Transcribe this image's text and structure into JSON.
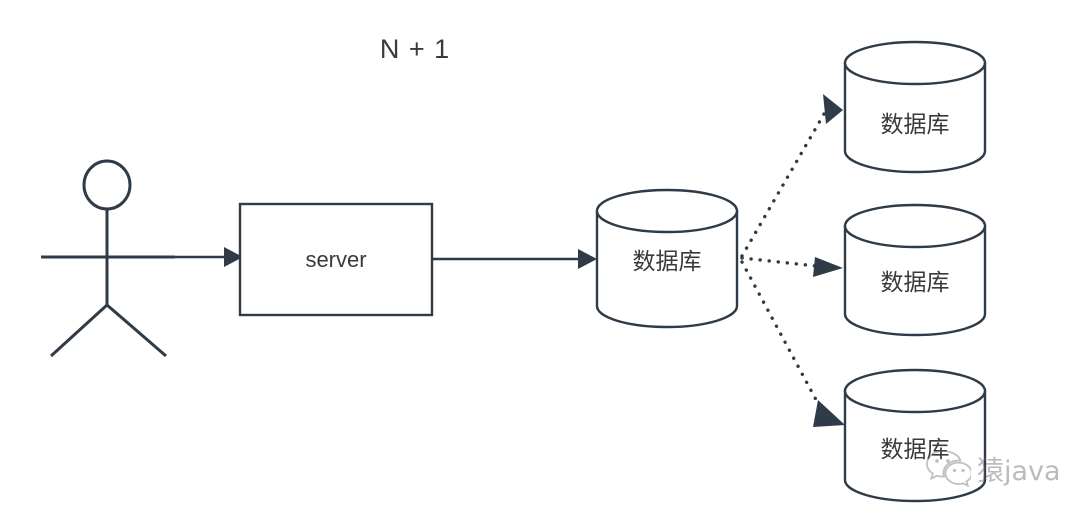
{
  "diagram": {
    "title": "N + 1",
    "background_color": "#ffffff",
    "stroke_color": "#2f3b47",
    "text_color": "#3a3a3a",
    "nodes": {
      "actor": {
        "name": "user-actor",
        "label": ""
      },
      "server": {
        "label": "server"
      },
      "primary_database": {
        "label": "数据库"
      },
      "replica_databases": [
        {
          "label": "数据库"
        },
        {
          "label": "数据库"
        },
        {
          "label": "数据库"
        }
      ]
    },
    "edges": [
      {
        "from": "actor",
        "to": "server",
        "style": "solid",
        "arrow": true
      },
      {
        "from": "server",
        "to": "primary_database",
        "style": "solid",
        "arrow": true
      },
      {
        "from": "primary_database",
        "to": "replica-database-1",
        "style": "dotted",
        "arrow": true
      },
      {
        "from": "primary_database",
        "to": "replica-database-2",
        "style": "dotted",
        "arrow": true
      },
      {
        "from": "primary_database",
        "to": "replica-database-3",
        "style": "dotted",
        "arrow": true
      }
    ]
  },
  "watermark": {
    "icon": "wechat-icon",
    "text": "猿java"
  }
}
